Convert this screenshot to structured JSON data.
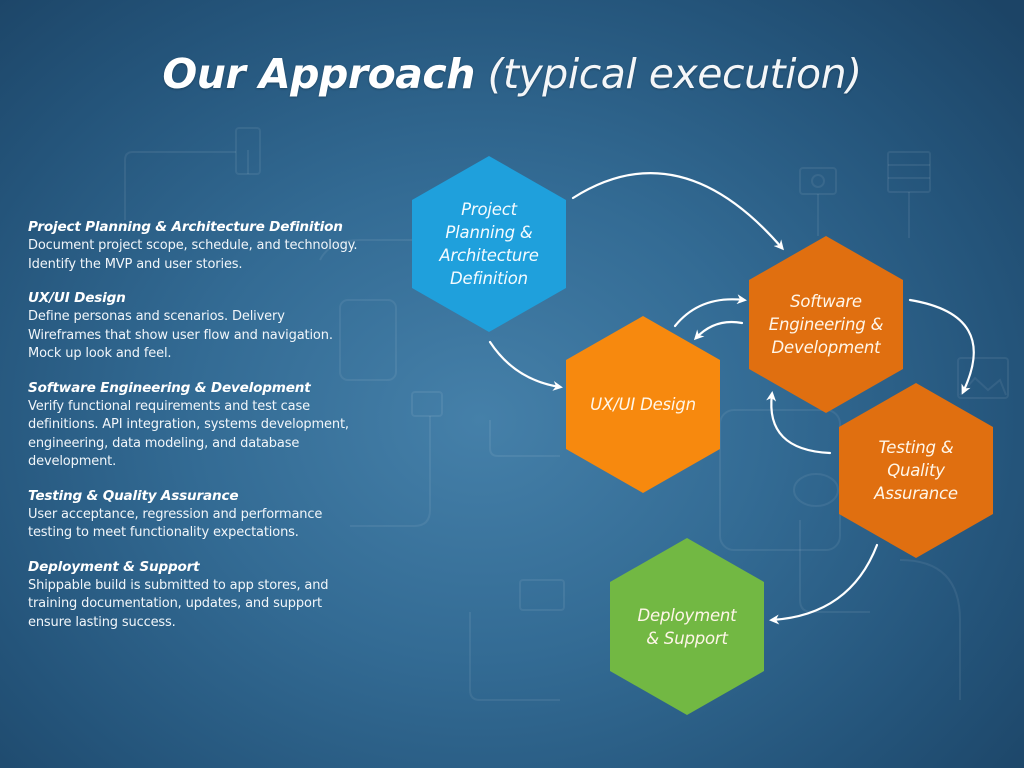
{
  "title": {
    "bold": "Our Approach",
    "light": "(typical execution)"
  },
  "descriptions": [
    {
      "heading": "Project Planning & Architecture Definition",
      "body": "Document project scope, schedule, and technology. Identify the MVP and user stories."
    },
    {
      "heading": "UX/UI Design",
      "body": "Define personas and scenarios. Delivery Wireframes that show user flow and navigation. Mock up look and feel."
    },
    {
      "heading": "Software Engineering & Development",
      "body": "Verify functional requirements and test case definitions. API integration, systems development, engineering, data modeling, and database development."
    },
    {
      "heading": "Testing & Quality Assurance",
      "body": "User acceptance, regression and performance testing to meet functionality expectations."
    },
    {
      "heading": "Deployment & Support",
      "body": "Shippable build is submitted to app stores, and training documentation, updates, and support ensure lasting success."
    }
  ],
  "diagram": {
    "nodes": [
      {
        "id": "planning",
        "label": "Project Planning & Architecture Definition",
        "lines": [
          "Project",
          "Planning &",
          "Architecture",
          "Definition"
        ],
        "color": "#1fa0dc"
      },
      {
        "id": "uxui",
        "label": "UX/UI Design",
        "lines": [
          "UX/UI Design"
        ],
        "color": "#f7890e"
      },
      {
        "id": "software",
        "label": "Software Engineering & Development",
        "lines": [
          "Software",
          "Engineering &",
          "Development"
        ],
        "color": "#e06f10"
      },
      {
        "id": "testing",
        "label": "Testing & Quality Assurance",
        "lines": [
          "Testing &",
          "Quality",
          "Assurance"
        ],
        "color": "#e06f10"
      },
      {
        "id": "deployment",
        "label": "Deployment & Support",
        "lines": [
          "Deployment",
          "& Support"
        ],
        "color": "#72b843"
      }
    ],
    "edges": [
      {
        "from": "planning",
        "to": "software"
      },
      {
        "from": "planning",
        "to": "uxui"
      },
      {
        "from": "uxui",
        "to": "software"
      },
      {
        "from": "software",
        "to": "uxui"
      },
      {
        "from": "software",
        "to": "testing"
      },
      {
        "from": "testing",
        "to": "software"
      },
      {
        "from": "testing",
        "to": "deployment"
      }
    ]
  }
}
